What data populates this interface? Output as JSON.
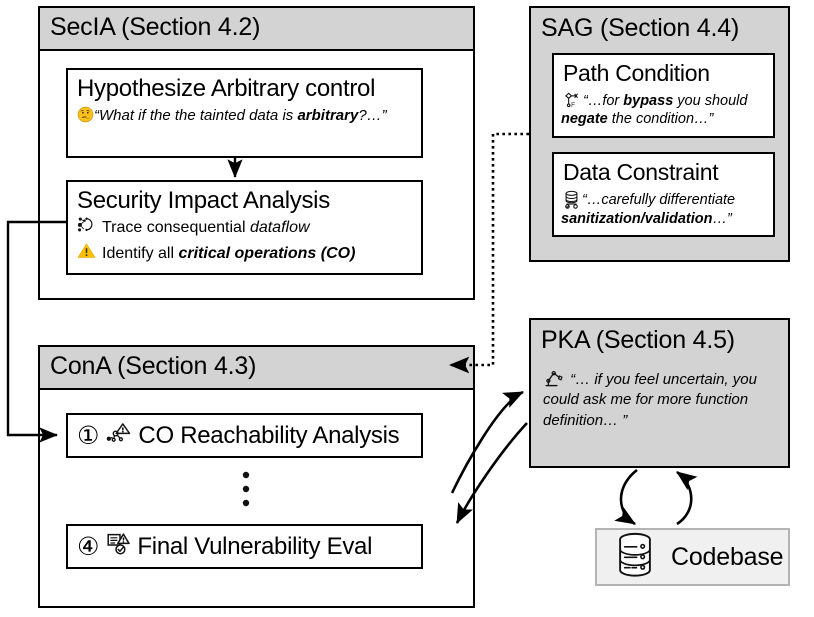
{
  "diagram": {
    "title_hidden": "",
    "colors": {
      "header_gray": "#d3d3d3",
      "panel_gray": "#d3d3d3",
      "codebase_gray": "#f0f0f0",
      "stroke": "#000000",
      "warning_yellow": "#ffc000"
    }
  },
  "secia": {
    "header": "SecIA (Section 4.2)",
    "cards": [
      {
        "title": "Hypothesize Arbitrary control",
        "icon": "thinking-face-icon",
        "quote_prefix": "“What if the the tainted data is ",
        "quote_bold": "arbitrary",
        "quote_suffix": "?…”"
      },
      {
        "title": "Security Impact Analysis",
        "bullets": [
          {
            "icon": "dataflow-graph-icon",
            "text_prefix": "Trace consequential ",
            "text_emphasis": "dataflow",
            "text_suffix": ""
          },
          {
            "icon": "warning-triangle-icon",
            "text_prefix": "Identify all ",
            "text_emphasis": "critical operations (CO)",
            "text_suffix": ""
          }
        ]
      }
    ]
  },
  "sag": {
    "header": "SAG (Section 4.4)",
    "cards": [
      {
        "title": "Path Condition",
        "icon": "branch-condition-icon",
        "quote_line1_prefix": "“…for ",
        "quote_line1_bold": "bypass",
        "quote_line1_suffix": " you should",
        "quote_line2_bold": "negate",
        "quote_line2_suffix": " the condition…”"
      },
      {
        "title": "Data Constraint",
        "icon": "database-filter-icon",
        "quote_line1": "“…carefully differentiate",
        "quote_line2_bold": "sanitization/validation",
        "quote_line2_suffix": "…”"
      }
    ]
  },
  "cona": {
    "header": "ConA (Section 4.3)",
    "steps": [
      {
        "number": "①",
        "icon": "co-reachability-icon",
        "label": "CO Reachability Analysis"
      },
      {
        "number": "④",
        "icon": "vuln-eval-checklist-icon",
        "label": "Final Vulnerability Eval"
      }
    ],
    "ellipsis": "⋮"
  },
  "pka": {
    "header": "PKA (Section 4.5)",
    "icon": "robot-arm-icon",
    "quote_line1": "“… if you feel uncertain, you",
    "quote_line2": "could ask me for more function",
    "quote_line3": "definition… ”"
  },
  "codebase": {
    "label": "Codebase",
    "icon": "database-cylinder-icon"
  }
}
